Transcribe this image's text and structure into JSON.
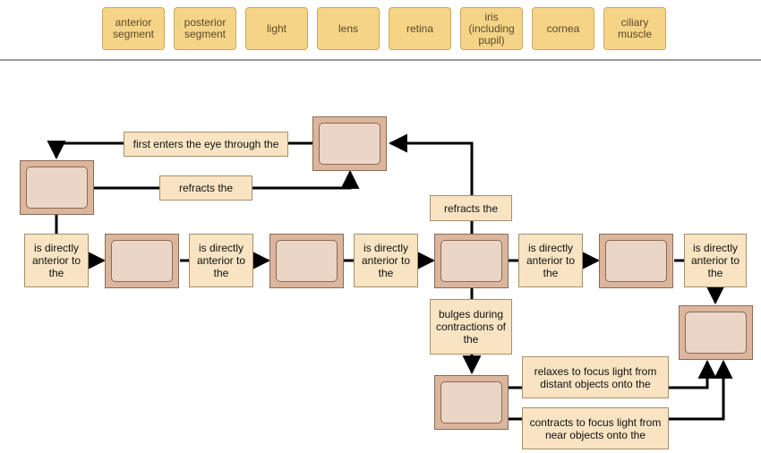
{
  "term_bank": [
    "anterior segment",
    "posterior segment",
    "light",
    "lens",
    "retina",
    "iris (including pupil)",
    "cornea",
    "ciliary muscle"
  ],
  "labels": {
    "first_enters": "first enters the eye through the",
    "refracts_1": "refracts the",
    "refracts_2": "refracts the",
    "anterior_1": "is directly anterior to the",
    "anterior_2": "is directly anterior to the",
    "anterior_3": "is directly anterior to the",
    "anterior_4": "is directly anterior to the",
    "anterior_5": "is directly anterior to the",
    "bulges": "bulges during contractions of the",
    "relaxes": "relaxes to focus light from distant objects onto the",
    "contracts": "contracts to focus light from near objects onto the"
  },
  "colors": {
    "term_fill": "#f5d487",
    "drop_outer": "#dcb59d",
    "drop_inner": "#ebd5c7",
    "label_fill": "#f8e4c2",
    "line": "#000000"
  }
}
